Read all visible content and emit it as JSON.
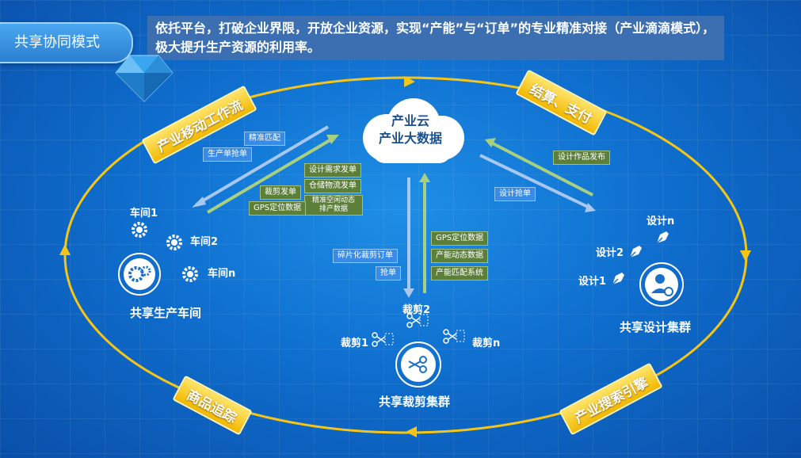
{
  "header": {
    "mode_label": "共享协同模式",
    "description": "依托平台，打破企业界限，开放企业资源，实现“产能”与“订单”的专业精准对接（产业滴滴模式），极大提升生产资源的利用率。"
  },
  "cloud": {
    "line1": "产业云",
    "line2": "产业大数据"
  },
  "badges": {
    "workflow": "产业移动工作流",
    "settlement": "结算、支付",
    "tracking": "商品追踪",
    "search": "产业搜索引擎"
  },
  "left_flow": {
    "blue": [
      "精准匹配",
      "生产单抢单"
    ],
    "green": [
      "设计需求发单",
      "仓储物流发单",
      "精准空闲动态排产数据",
      "裁剪发单",
      "GPS定位数据"
    ]
  },
  "center_flow": {
    "blue": [
      "碎片化裁剪订单",
      "抢单"
    ],
    "green": [
      "GPS定位数据",
      "产能动态数据",
      "产能匹配系统"
    ]
  },
  "right_flow": {
    "green": [
      "设计作品发布"
    ],
    "blue": [
      "设计抢单"
    ]
  },
  "workshop": {
    "title": "共享生产车间",
    "n1": "车间1",
    "n2": "车间2",
    "nn": "车间n"
  },
  "cutting": {
    "title": "共享裁剪集群",
    "n1": "裁剪1",
    "n2": "裁剪2",
    "nn": "裁剪n"
  },
  "design": {
    "title": "共享设计集群",
    "n1": "设计1",
    "n2": "设计2",
    "nn": "设计n"
  },
  "colors": {
    "ring": "#f5c518",
    "blue_arrow": "#a8c8f0",
    "green_arrow": "#a8d080",
    "label_green": "#5c7f3a",
    "label_blue": "#3a8be6"
  }
}
